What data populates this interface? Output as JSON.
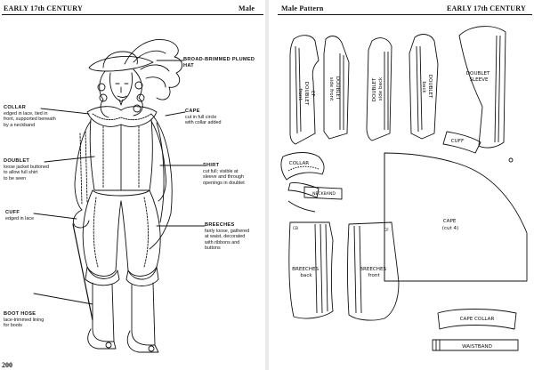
{
  "left_page": {
    "header_left": "EARLY 17th CENTURY",
    "header_right": "Male",
    "page_number": "200",
    "labels": {
      "hat": {
        "title": "BROAD-BRIMMED PLUMED HAT",
        "desc": ""
      },
      "collar": {
        "title": "COLLAR",
        "desc": "edged in lace, tied in\nfront, supported beneath\nby a neckband"
      },
      "cape": {
        "title": "CAPE",
        "desc": "cut in full circle\nwith collar added"
      },
      "doublet": {
        "title": "DOUBLET",
        "desc": "loose jacket buttoned\nto allow full shirt\nto be seen"
      },
      "shirt": {
        "title": "SHIRT",
        "desc": "cut full; visible at\nsleeve and through\nopenings in doublet"
      },
      "cuff": {
        "title": "CUFF",
        "desc": "edged in lace"
      },
      "breeches": {
        "title": "BREECHES",
        "desc": "fairly loose, gathered\nat waist, decorated\nwith ribbons and\nbuttons"
      },
      "boot_hose": {
        "title": "BOOT HOSE",
        "desc": "lace-trimmed lining\nfor boots"
      }
    }
  },
  "right_page": {
    "header_left": "Male Pattern",
    "header_right": "EARLY 17th CENTURY",
    "pieces": {
      "doublet_cf": [
        "CF",
        "DOUBLET",
        "front"
      ],
      "doublet_side_front": [
        "DOUBLET",
        "side front"
      ],
      "doublet_side_back": [
        "DOUBLET",
        "side back"
      ],
      "doublet_back": [
        "DOUBLET",
        "back"
      ],
      "doublet_sleeve": [
        "DOUBLET",
        "SLEEVE"
      ],
      "cuff": "CUFF",
      "collar": "COLLAR",
      "neckband": "NECKBAND",
      "cape": [
        "CAPE",
        "(cut 4)"
      ],
      "breeches_back": [
        "BREECHES",
        "back"
      ],
      "breeches_front": [
        "BREECHES",
        "front"
      ],
      "cape_collar": "CAPE COLLAR",
      "waistband": "WAISTBAND",
      "cb": "CB",
      "cf": "CF"
    }
  }
}
